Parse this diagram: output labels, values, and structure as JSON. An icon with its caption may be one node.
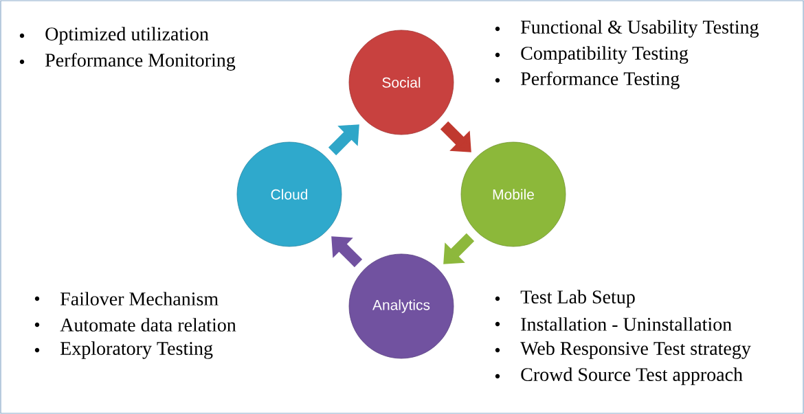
{
  "diagram": {
    "nodes": [
      {
        "text": [
          "Social"
        ]
      },
      {
        "text": [
          "Mobile"
        ]
      },
      {
        "text": [
          "Analytics"
        ]
      },
      {
        "text": [
          "Cloud"
        ]
      }
    ],
    "edges": [
      {
        "from": 0,
        "to": 1,
        "arrow": "to",
        "color": "#c0392f"
      },
      {
        "from": 1,
        "to": 2,
        "arrow": "to",
        "color": "#8db83c"
      },
      {
        "from": 2,
        "to": 3,
        "arrow": "to",
        "color": "#7151a0"
      },
      {
        "from": 3,
        "to": 0,
        "arrow": "to",
        "color": "#2fa6c8"
      }
    ],
    "labels": [
      "Optimized utilization",
      "Performance Monitoring",
      "Functional & Usability Testing",
      "Compatibility Testing",
      "Performance Testing",
      "Failover Mechanism",
      "Automate data relation",
      "Exploratory Testing",
      "Test Lab Setup",
      "Installation - Uninstallation",
      "Web Responsive Test strategy",
      "Crowd Source Test approach"
    ]
  }
}
